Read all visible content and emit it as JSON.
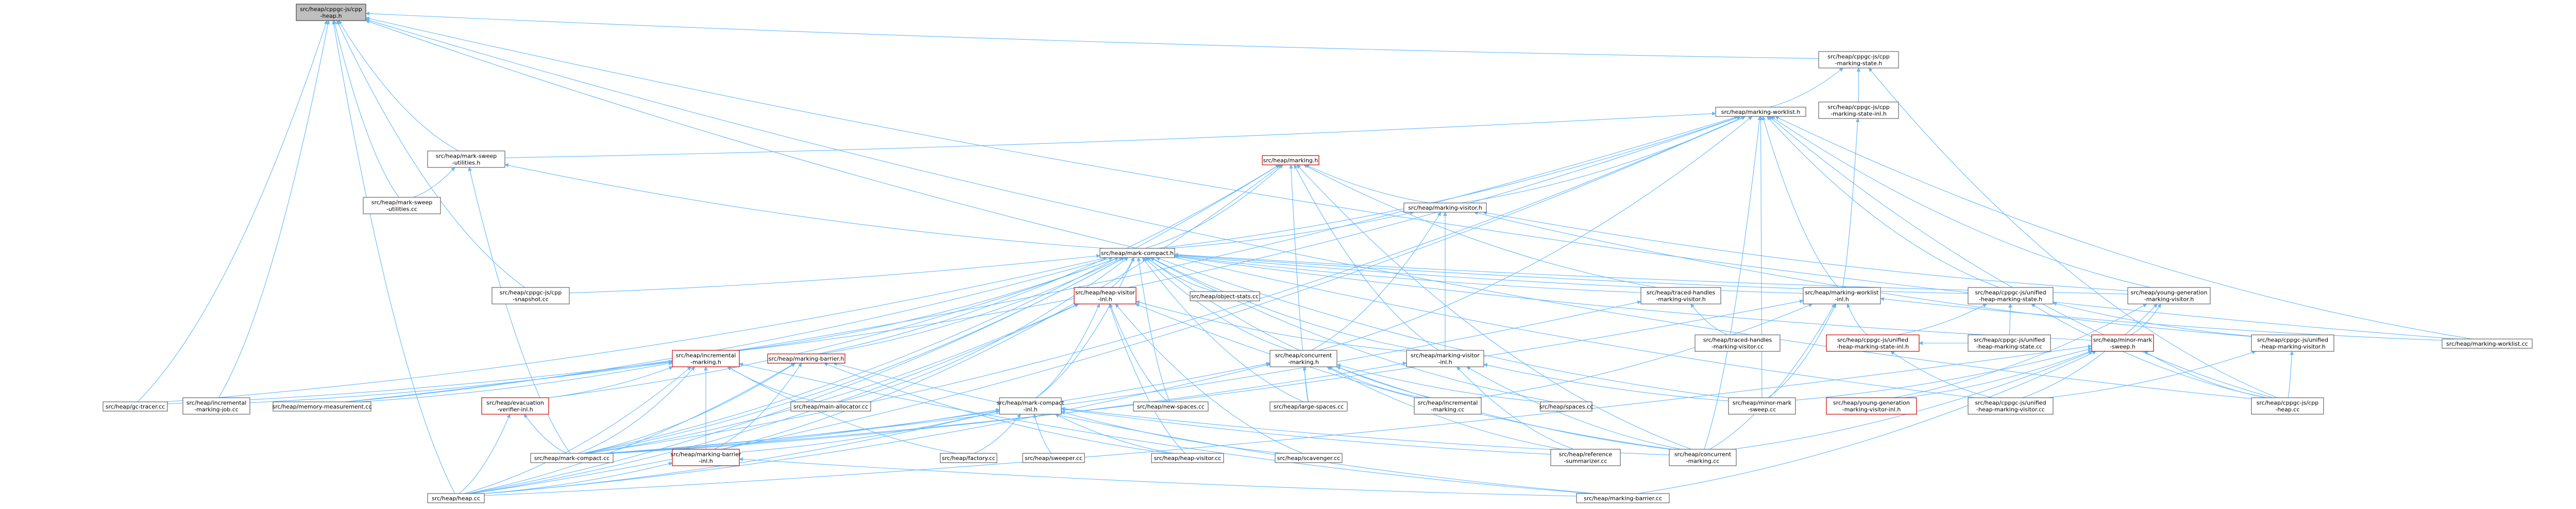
{
  "graph": {
    "edge_color": "#63b8ff",
    "highlight_border": "#cc0000",
    "root_fill": "#bfbfbf",
    "nodes": [
      {
        "id": "heap_h",
        "lines": [
          "src/heap/cppgc-js/cpp",
          "-heap.h"
        ],
        "root": true
      },
      {
        "id": "cpp_state_h",
        "lines": [
          "src/heap/cppgc-js/cpp",
          "-marking-state.h"
        ]
      },
      {
        "id": "cpp_state_inl",
        "lines": [
          "src/heap/cppgc-js/cpp",
          "-marking-state-inl.h"
        ]
      },
      {
        "id": "worklist_h",
        "lines": [
          "src/heap/marking-worklist.h"
        ]
      },
      {
        "id": "sweep_util_h",
        "lines": [
          "src/heap/mark-sweep",
          "-utilities.h"
        ]
      },
      {
        "id": "sweep_util_cc",
        "lines": [
          "src/heap/mark-sweep",
          "-utilities.cc"
        ]
      },
      {
        "id": "marking_h",
        "lines": [
          "src/heap/marking.h"
        ],
        "red": true
      },
      {
        "id": "marking_visitor_h",
        "lines": [
          "src/heap/marking-visitor.h"
        ]
      },
      {
        "id": "mark_compact_h",
        "lines": [
          "src/heap/mark-compact.h"
        ]
      },
      {
        "id": "snapshot_cc",
        "lines": [
          "src/heap/cppgc-js/cpp",
          "-snapshot.cc"
        ]
      },
      {
        "id": "heap_visitor_inl",
        "lines": [
          "src/heap/heap-visitor",
          "-inl.h"
        ],
        "red": true
      },
      {
        "id": "object_stats_cc",
        "lines": [
          "src/heap/object-stats.cc"
        ]
      },
      {
        "id": "traced_visitor_h",
        "lines": [
          "src/heap/traced-handles",
          "-marking-visitor.h"
        ]
      },
      {
        "id": "worklist_inl",
        "lines": [
          "src/heap/marking-worklist",
          "-inl.h"
        ]
      },
      {
        "id": "unified_state_h",
        "lines": [
          "src/heap/cppgc-js/unified",
          "-heap-marking-state.h"
        ]
      },
      {
        "id": "young_gen_visitor_h",
        "lines": [
          "src/heap/young-generation",
          "-marking-visitor.h"
        ]
      },
      {
        "id": "traced_visitor_cc",
        "lines": [
          "src/heap/traced-handles",
          "-marking-visitor.cc"
        ]
      },
      {
        "id": "unified_state_inl",
        "lines": [
          "src/heap/cppgc-js/unified",
          "-heap-marking-state-inl.h"
        ],
        "red": true
      },
      {
        "id": "unified_state_cc",
        "lines": [
          "src/heap/cppgc-js/unified",
          "-heap-marking-state.cc"
        ]
      },
      {
        "id": "worklist_cc",
        "lines": [
          "src/heap/marking-worklist.cc"
        ]
      },
      {
        "id": "unified_visitor_h",
        "lines": [
          "src/heap/cppgc-js/unified",
          "-heap-marking-visitor.h"
        ]
      },
      {
        "id": "minor_sweep_h",
        "lines": [
          "src/heap/minor-mark",
          "-sweep.h"
        ],
        "red": true
      },
      {
        "id": "incr_marking_h",
        "lines": [
          "src/heap/incremental",
          "-marking.h"
        ],
        "red": true
      },
      {
        "id": "barrier_h",
        "lines": [
          "src/heap/marking-barrier.h"
        ],
        "red": true
      },
      {
        "id": "concurrent_h",
        "lines": [
          "src/heap/concurrent",
          "-marking.h"
        ]
      },
      {
        "id": "marking_visitor_inl",
        "lines": [
          "src/heap/marking-visitor",
          "-inl.h"
        ]
      },
      {
        "id": "gc_tracer_cc",
        "lines": [
          "src/heap/gc-tracer.cc"
        ]
      },
      {
        "id": "incr_job_cc",
        "lines": [
          "src/heap/incremental",
          "-marking-job.cc"
        ]
      },
      {
        "id": "mem_measure_cc",
        "lines": [
          "src/heap/memory-measurement.cc"
        ]
      },
      {
        "id": "evac_verifier_inl",
        "lines": [
          "src/heap/evacuation",
          "-verifier-inl.h"
        ],
        "red": true
      },
      {
        "id": "main_alloc_cc",
        "lines": [
          "src/heap/main-allocator.cc"
        ]
      },
      {
        "id": "mark_compact_inl",
        "lines": [
          "src/heap/mark-compact",
          "-inl.h"
        ]
      },
      {
        "id": "new_spaces_cc",
        "lines": [
          "src/heap/new-spaces.cc"
        ]
      },
      {
        "id": "large_spaces_cc",
        "lines": [
          "src/heap/large-spaces.cc"
        ]
      },
      {
        "id": "incr_marking_cc",
        "lines": [
          "src/heap/incremental",
          "-marking.cc"
        ]
      },
      {
        "id": "spaces_cc",
        "lines": [
          "src/heap/spaces.cc"
        ]
      },
      {
        "id": "minor_sweep_cc",
        "lines": [
          "src/heap/minor-mark",
          "-sweep.cc"
        ]
      },
      {
        "id": "young_gen_visitor_inl",
        "lines": [
          "src/heap/young-generation",
          "-marking-visitor-inl.h"
        ],
        "red": true
      },
      {
        "id": "unified_visitor_cc",
        "lines": [
          "src/heap/cppgc-js/unified",
          "-heap-marking-visitor.cc"
        ]
      },
      {
        "id": "cpp_heap_cc",
        "lines": [
          "src/heap/cppgc-js/cpp",
          "-heap.cc"
        ]
      },
      {
        "id": "mark_compact_cc",
        "lines": [
          "src/heap/mark-compact.cc"
        ]
      },
      {
        "id": "barrier_inl",
        "lines": [
          "src/heap/marking-barrier",
          "-inl.h"
        ],
        "red": true
      },
      {
        "id": "factory_cc",
        "lines": [
          "src/heap/factory.cc"
        ]
      },
      {
        "id": "sweeper_cc",
        "lines": [
          "src/heap/sweeper.cc"
        ]
      },
      {
        "id": "heap_visitor_cc",
        "lines": [
          "src/heap/heap-visitor.cc"
        ]
      },
      {
        "id": "scavenger_cc",
        "lines": [
          "src/heap/scavenger.cc"
        ]
      },
      {
        "id": "ref_summarizer_cc",
        "lines": [
          "src/heap/reference",
          "-summarizer.cc"
        ]
      },
      {
        "id": "concurrent_cc",
        "lines": [
          "src/heap/concurrent",
          "-marking.cc"
        ]
      },
      {
        "id": "heap_cc",
        "lines": [
          "src/heap/heap.cc"
        ]
      },
      {
        "id": "barrier_cc",
        "lines": [
          "src/heap/marking-barrier.cc"
        ]
      }
    ]
  }
}
